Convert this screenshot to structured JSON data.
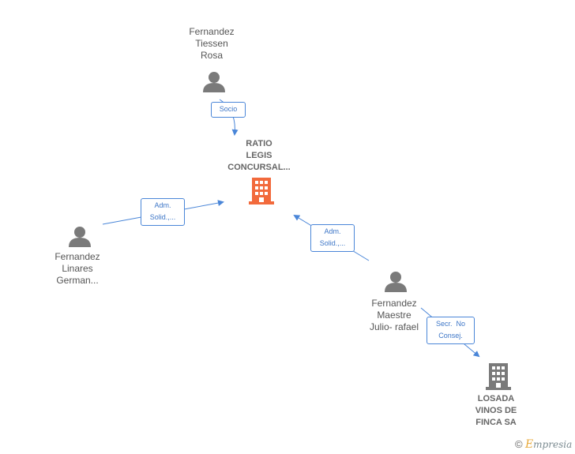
{
  "nodes": {
    "ratio": {
      "line1": "RATIO",
      "line2": "LEGIS",
      "line3": "CONCURSAL..."
    },
    "losada": {
      "line1": "LOSADA",
      "line2": "VINOS DE",
      "line3": "FINCA SA"
    },
    "tiessen": {
      "line1": "Fernandez",
      "line2": "Tiessen",
      "line3": "Rosa"
    },
    "linares": {
      "line1": "Fernandez",
      "line2": "Linares",
      "line3": "German..."
    },
    "maestre": {
      "line1": "Fernandez",
      "line2": "Maestre",
      "line3": "Julio- rafael"
    }
  },
  "edges": {
    "socio": {
      "line1": "Socio"
    },
    "adm_left": {
      "line1": "Adm.",
      "line2": "Solid.,..."
    },
    "adm_right": {
      "line1": "Adm.",
      "line2": "Solid.,..."
    },
    "secr": {
      "line1": "Secr.  No",
      "line2": "Consej."
    }
  },
  "brand": {
    "copyright": "©",
    "e": "E",
    "rest": "mpresia"
  },
  "colors": {
    "edge": "#4a86d8",
    "person": "#7a7a7a",
    "focus_company": "#f26a3c",
    "company": "#7a7a7a"
  }
}
